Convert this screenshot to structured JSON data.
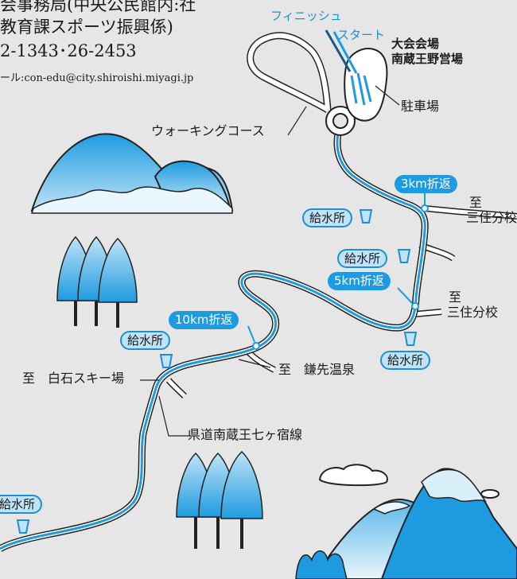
{
  "colors": {
    "background": "#e6e6e6",
    "course": "#1e9be0",
    "course_light": "#bfe3f7",
    "road": "#ffffff",
    "outline": "#222222"
  },
  "header": {
    "office_line1": "会事務局(中央公民館内:社",
    "office_line2": "教育課スポーツ振興係)",
    "phone": "2-1343･26-2453",
    "email": "ール:con-edu@city.shiroishi.miyagi.jp"
  },
  "labels": {
    "finish": "フィニッシュ",
    "start": "スタート",
    "venue_line1": "大会会場",
    "venue_line2": "南蔵王野営場",
    "parking": "駐車場",
    "walking_course": "ウォーキングコース",
    "to_mark_sansumi_1": "至",
    "sansumi_1": "三住分校",
    "to_mark_sansumi_2": "至",
    "sansumi_2": "三住分校",
    "to_kamasaki": "至　鎌先温泉",
    "to_shiroishi_ski": "至　白石スキー場",
    "prefectural_road": "県道南蔵王七ヶ宿線"
  },
  "turnarounds": {
    "km3": "3km折返",
    "km5": "5km折返",
    "km10": "10km折返"
  },
  "water_station_label": "給水所",
  "icons": [
    "cup-icon",
    "mountain-icon",
    "tree-icon",
    "cloud-icon"
  ]
}
